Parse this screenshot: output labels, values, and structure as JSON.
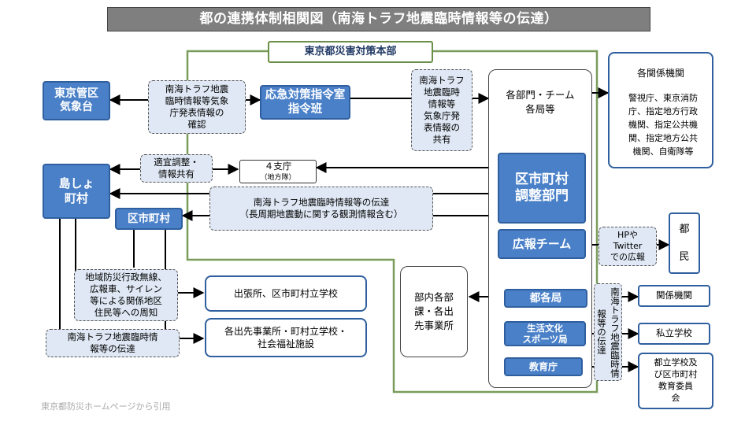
{
  "title": "都の連携体制相関図（南海トラフ地震臨時情報等の伝達）",
  "hq_label": "東京都災害対策本部",
  "nodes": {
    "kishodai": "東京管区\n気象台",
    "kishodai_info": "南海トラフ地震\n臨時情報等気象\n庁発表情報の\n確認",
    "command": "応急対策指令室\n指令班",
    "share_info": "南海トラフ\n地震臨時\n情報等\n気象庁発\n表情報の\n共有",
    "departments": "各部門・チーム\n各局等",
    "agencies_title": "各関係機関",
    "agencies_body": "警視庁、東京消防\n庁、指定地方行政\n機関、指定公共機\n関、指定地方公共\n機関、自衛隊等",
    "tekigi": "適宜調整・\n情報共有",
    "branch": "４支庁",
    "branch_sub": "（地方隊）",
    "islands": "島しょ\n町村",
    "municipal_coord": "区市町村\n調整部門",
    "nankai_info": "南海トラフ地震臨時情報等の伝達\n（長周期地震動に関する観測情報含む）",
    "kushichoson": "区市町村",
    "pr_team": "広報チーム",
    "hp_twitter": "HPや\nTwitter\nでの広報",
    "tomin": "都\n\n民",
    "musen": "地域防災行政無線、\n広報車、サイレン\n等による関係地区\n住民等への周知",
    "shucho": "出張所、区市町村立学校",
    "nankai_info2": "南海トラフ地震臨時情\n報等の伝達",
    "desaki": "各出先事業所・町村立学校・\n社会福祉施設",
    "bunai": "部内各部\n課・各出\n先事業所",
    "tokaku": "都各局",
    "seikatsu": "生活文化\nスポーツ局",
    "kyoiku": "教育庁",
    "nankai_vert": "南海トラフ地震臨時情報等の伝達",
    "kankei": "関係機関",
    "shiritsu": "私立学校",
    "toritsu": "都立学校及\nび区市町村\n教育委員\n会"
  },
  "caption": "東京都防災ホームページから引用"
}
